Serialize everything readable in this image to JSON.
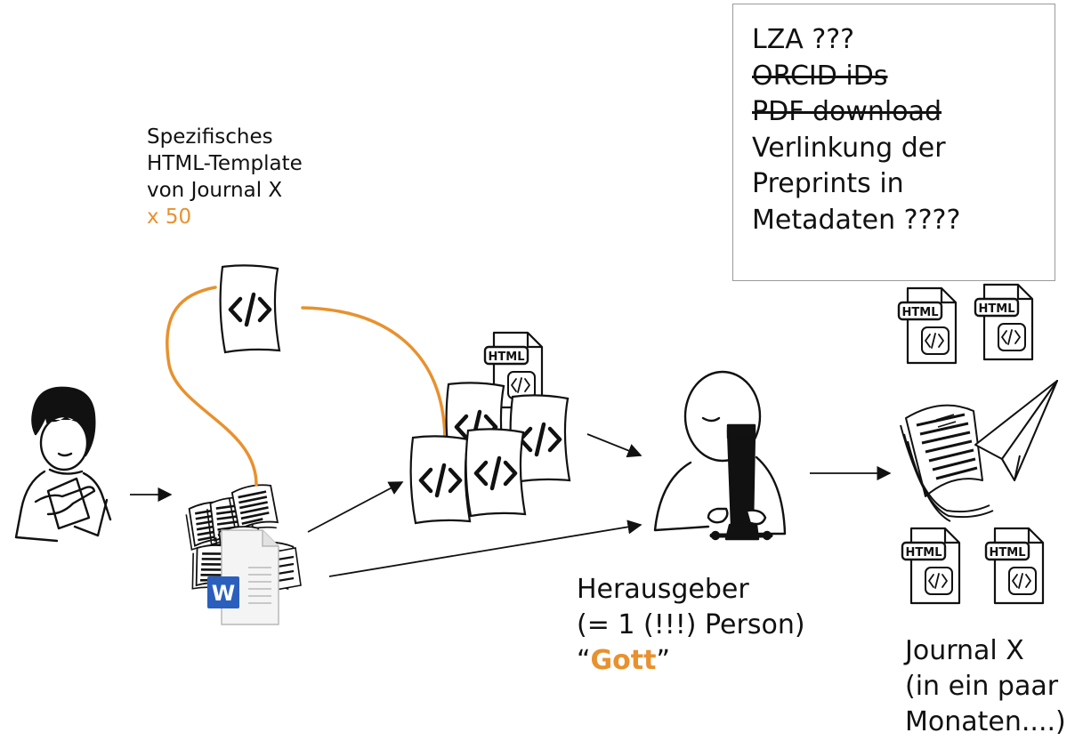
{
  "template_label": {
    "line1": "Spezifisches",
    "line2": "HTML-Template",
    "line3": "von Journal X",
    "multiplier": "x 50"
  },
  "note_box": {
    "items": [
      {
        "text": "LZA ???",
        "struck": false
      },
      {
        "text": "ORCID iDs",
        "struck": true
      },
      {
        "text": "PDF download",
        "struck": true
      },
      {
        "text": "Verlinkung der",
        "struck": false
      },
      {
        "text": "Preprints in",
        "struck": false
      },
      {
        "text": "Metadaten ????",
        "struck": false
      }
    ]
  },
  "editor_label": {
    "line1": "Herausgeber",
    "line2": "(= 1 (!!!) Person)",
    "quote_open": "“",
    "emphasis": "Gott",
    "quote_close": "”"
  },
  "journal_label": {
    "line1": "Journal X",
    "line2": "(in ein paar",
    "line3": "Monaten....)"
  },
  "icons": {
    "html_badge": "HTML",
    "word_letter": "W",
    "code_glyph": "</>"
  },
  "colors": {
    "accent": "#e8912e",
    "word_blue": "#2b5fbd",
    "ink": "#111111",
    "box_border": "#9a9a9a"
  }
}
